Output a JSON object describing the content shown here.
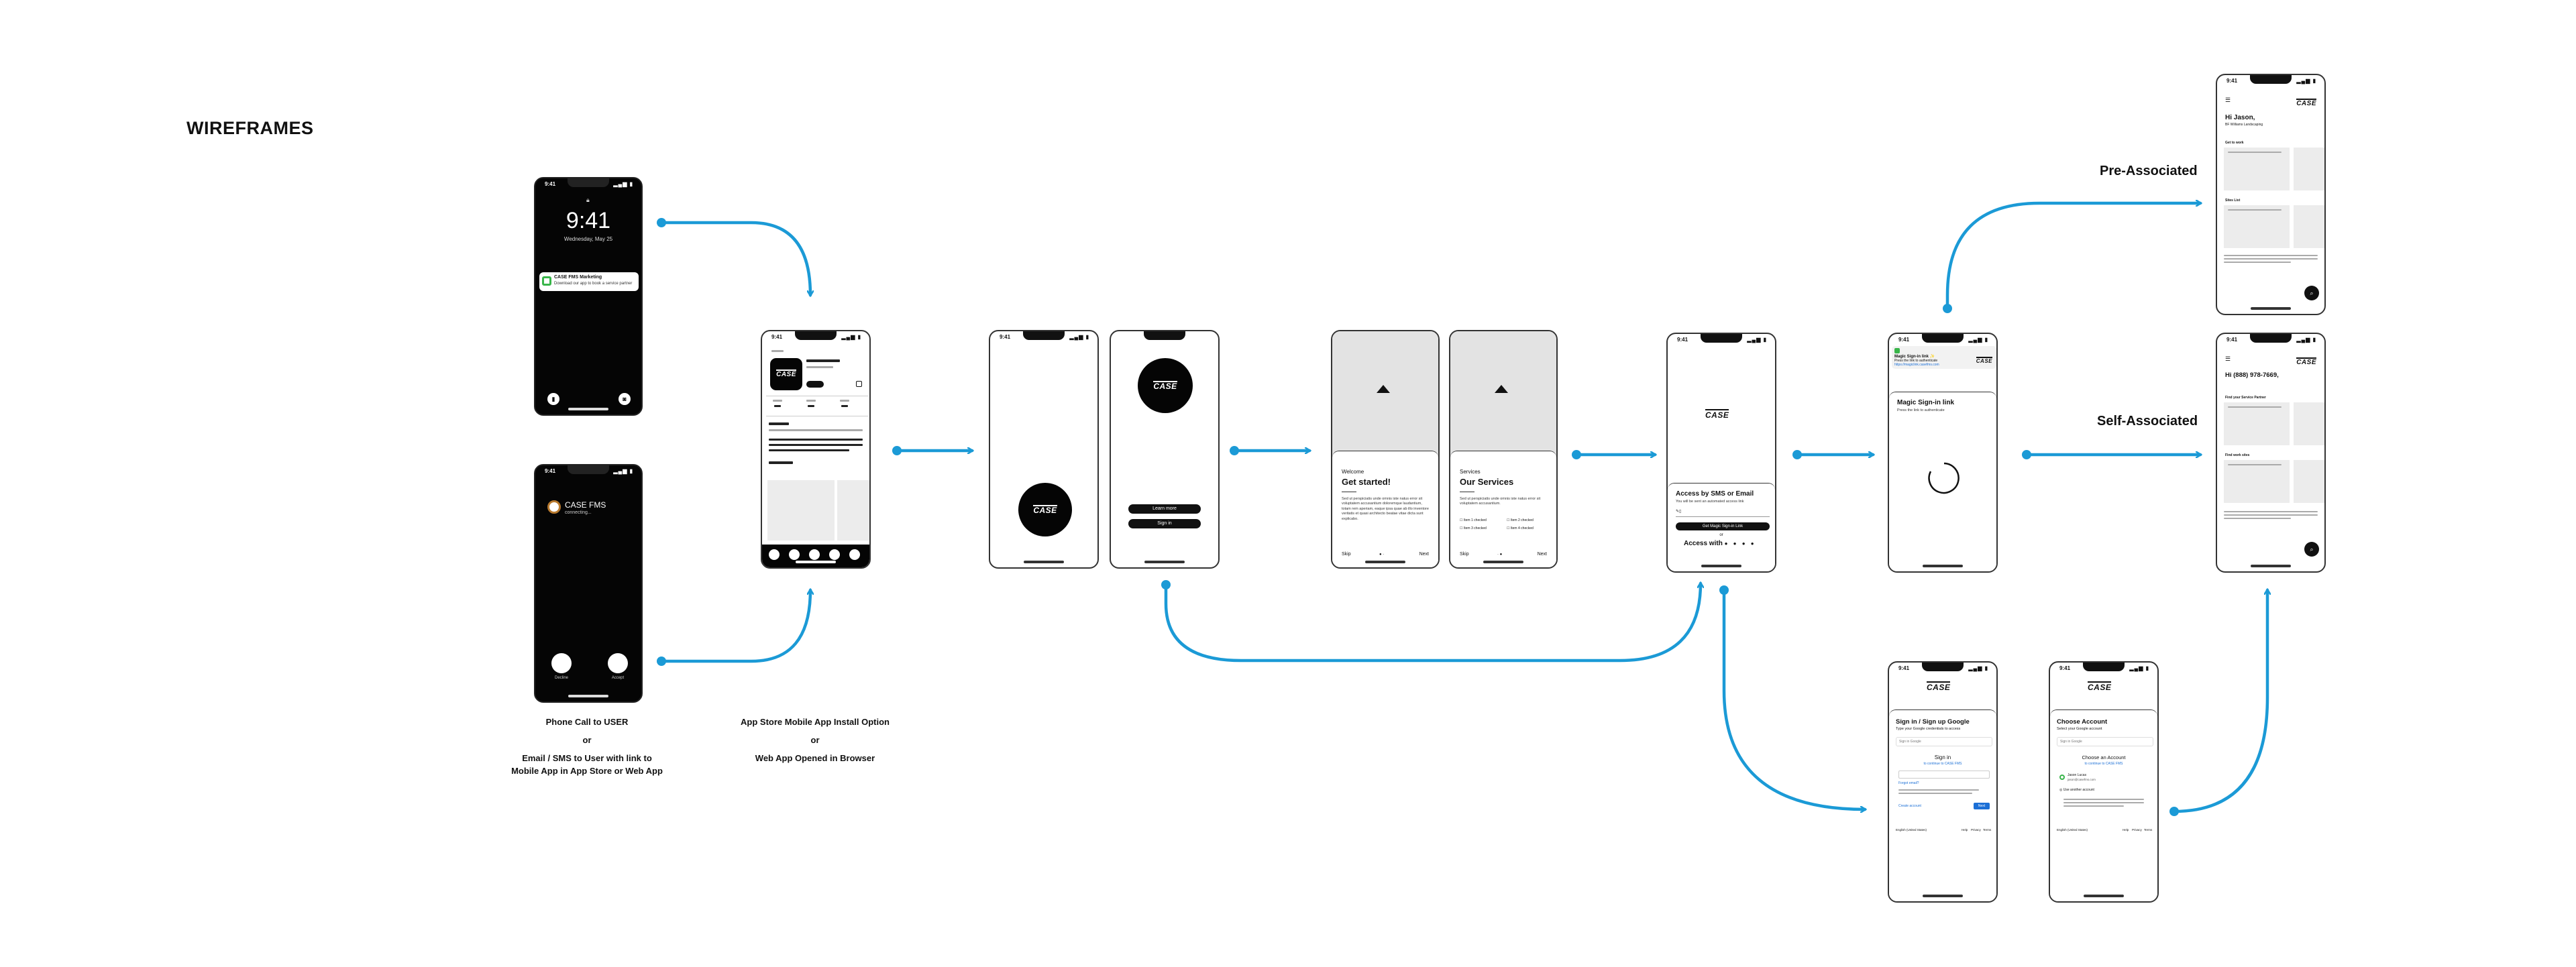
{
  "title": "WIREFRAMES",
  "colors": {
    "arrow": "#1b9ad6",
    "frame": "#333333",
    "screen_dark": "#050505",
    "placeholder": "#ececec"
  },
  "labels": {
    "pre_associated": "Pre-Associated",
    "self_associated": "Self-Associated"
  },
  "captions": {
    "entry_line1": "Phone Call to USER",
    "entry_or1": "or",
    "entry_line2": "Email / SMS to User with link to",
    "entry_line3": "Mobile App in App Store or Web App",
    "store_line1": "App Store Mobile App Install Option",
    "store_or": "or",
    "store_line2": "Web App Opened in Browser"
  },
  "status_time": "9:41",
  "lock_screen": {
    "time": "9:41",
    "date": "Wednesday, May 25",
    "notification_title": "CASE FMS Marketing",
    "notification_body": "Download our app to book a service partner",
    "lock_icon": "lock-icon"
  },
  "call_screen": {
    "caller": "CASE FMS",
    "status": "connecting...",
    "decline_label": "Decline",
    "accept_label": "Accept"
  },
  "brand": {
    "logo_text": "CASE"
  },
  "splash": {
    "learn_more": "Learn more",
    "sign_in": "Sign in"
  },
  "onboarding_1": {
    "eyebrow": "Welcome",
    "title": "Get started!",
    "body": "Sed ut perspiciatis unde omnis iste natus error sit voluptatem accusantium doloremque laudantium, totam rem aperiam, eaque ipsa quae ab illo inventore veritatis et quasi architecto beatae vitae dicta sunt explicabo.",
    "skip": "Skip",
    "next": "Next"
  },
  "onboarding_2": {
    "eyebrow": "Services",
    "title": "Our Services",
    "body": "Sed ut perspiciatis unde omnis iste natus error sit voluptatem accusantium.",
    "checks": [
      "Item 1 checked",
      "Item 2 checked",
      "Item 3 checked",
      "Item 4 checked"
    ],
    "skip": "Skip",
    "next": "Next"
  },
  "access": {
    "title": "Access by SMS or Email",
    "subtitle": "You will be sent an automated access link",
    "button": "Get Magic Sign-in Link",
    "or": "or",
    "access_with": "Access with"
  },
  "magic_link": {
    "message_title": "Magic Sign-in link ✨",
    "message_body": "Press the link to authenticate",
    "message_link": "https://magiclink.casefms.com",
    "title": "Magic Sign-in link",
    "subtitle": "Press the link to authenticate"
  },
  "google_sign_in": {
    "title": "Sign in / Sign up Google",
    "subtitle": "Type your Google credentials to access",
    "field_label": "Sign in Google",
    "heading": "Sign in",
    "sub_heading": "to continue to CASE FMS",
    "forgot": "Forgot email?",
    "create": "Create account",
    "next": "Next",
    "footer_lang": "English (United States)",
    "footer_links": [
      "Help",
      "Privacy",
      "Terms"
    ]
  },
  "choose_account": {
    "title": "Choose Account",
    "subtitle": "Select your Google account",
    "field_label": "Sign in Google",
    "heading": "Choose an Account",
    "sub_heading": "to continue to CASE FMS",
    "account_name": "Jason Lucas",
    "account_email": "jason@casefms.com",
    "use_another": "Use another account",
    "footer_lang": "English (United States)",
    "footer_links": [
      "Help",
      "Privacy",
      "Terms"
    ]
  },
  "home_pre": {
    "greeting": "Hi Jason,",
    "subtitle": "BF Williams Landscaping",
    "section_1": "Get to work",
    "section_2": "Sites List"
  },
  "home_self": {
    "greeting": "Hi (888) 978-7669,",
    "section_1": "Find your Service Partner",
    "section_2": "Find work sites"
  }
}
